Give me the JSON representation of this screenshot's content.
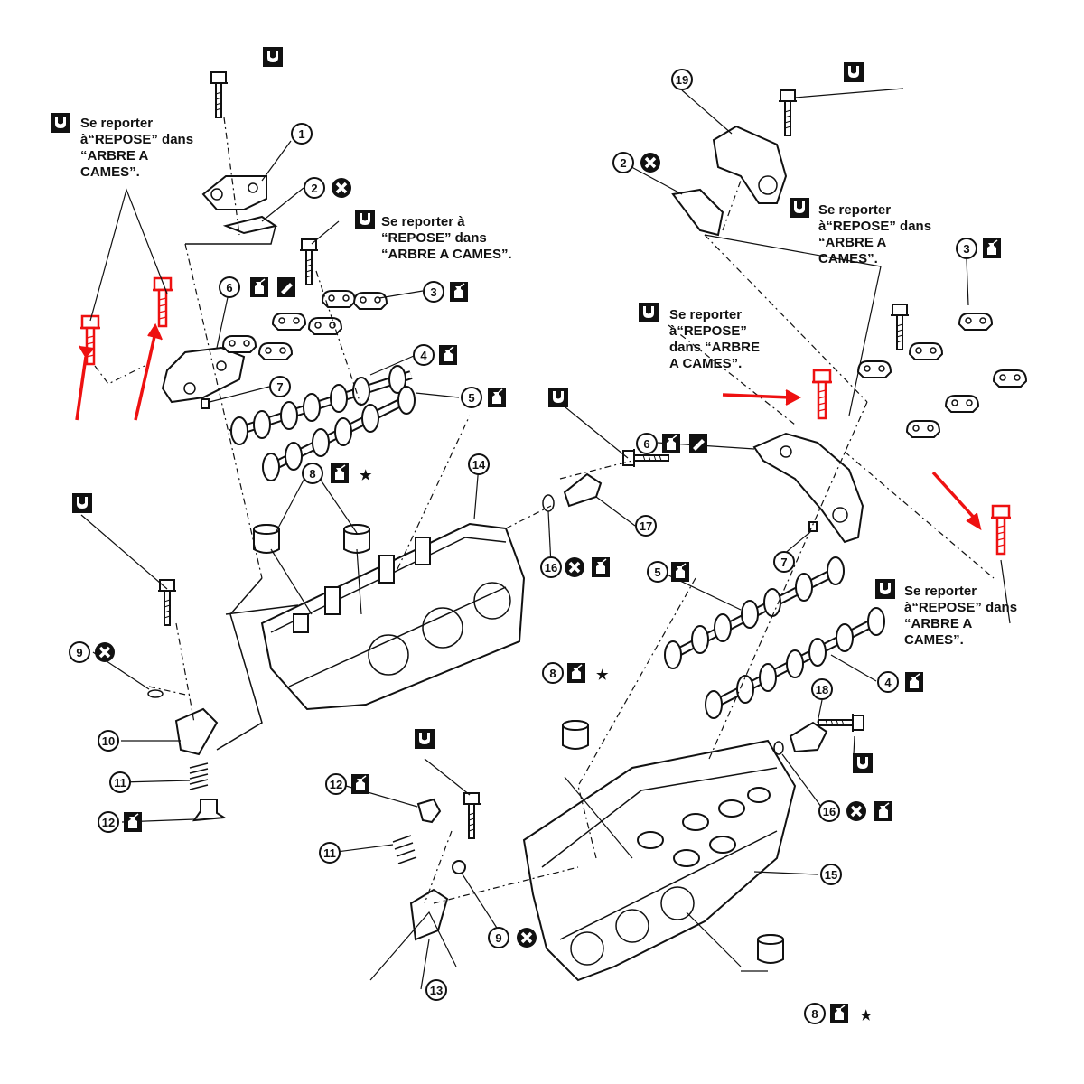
{
  "notes": {
    "camshaft_ref_a": [
      "Se reporter",
      "à“REPOSE” dans",
      "“ARBRE A",
      "CAMES”."
    ],
    "camshaft_ref_b": [
      "Se reporter à",
      "“REPOSE” dans",
      "“ARBRE A CAMES”."
    ],
    "camshaft_ref_c": [
      "Se reporter",
      "à“REPOSE” dans",
      "“ARBRE A",
      "CAMES”."
    ],
    "camshaft_ref_d": [
      "Se reporter",
      "à“REPOSE”",
      "dans “ARBRE",
      "A CAMES”."
    ],
    "camshaft_ref_e": [
      "Se reporter",
      "à“REPOSE” dans",
      "“ARBRE A",
      "CAMES”."
    ]
  },
  "callouts": {
    "c1": "1",
    "c2a": "2",
    "c2b": "2",
    "c3a": "3",
    "c3b": "3",
    "c4a": "4",
    "c4b": "4",
    "c5a": "5",
    "c5b": "5",
    "c6a": "6",
    "c6b": "6",
    "c7a": "7",
    "c7b": "7",
    "c8a": "8",
    "c8b": "8",
    "c8c": "8",
    "c9a": "9",
    "c9b": "9",
    "c10": "10",
    "c11a": "11",
    "c11b": "11",
    "c12a": "12",
    "c12b": "12",
    "c13": "13",
    "c14": "14",
    "c15": "15",
    "c16a": "16",
    "c16b": "16",
    "c17": "17",
    "c18": "18",
    "c19": "19"
  },
  "symbols": {
    "star": "★",
    "icons": [
      "torque-wrench-icon",
      "discard-part-icon",
      "oil-can-icon",
      "sealant-icon",
      "reference-arrow-red"
    ]
  },
  "colors": {
    "line": "#111111",
    "highlight": "#e11111",
    "background": "#ffffff"
  }
}
